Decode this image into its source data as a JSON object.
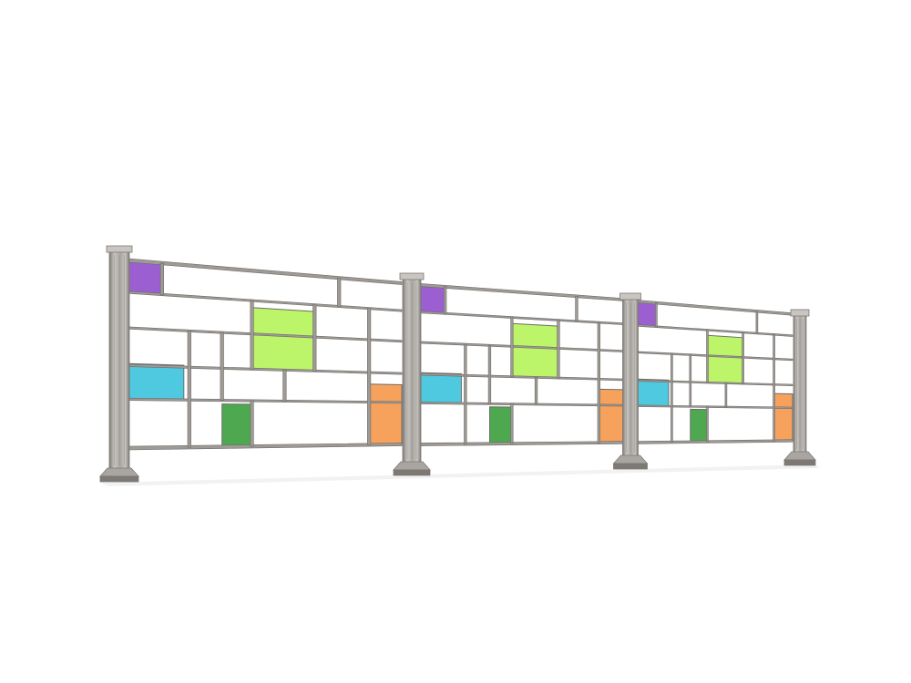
{
  "scene": {
    "subject": "fence",
    "background_color": "#ffffff",
    "post_count": 4,
    "panel_count": 3,
    "colors": {
      "frame": "#9e9a96",
      "frame_dark": "#6f6b68",
      "post_light": "#c9c5c1",
      "post_mid": "#a9a5a1",
      "post_dark": "#7d7975",
      "shadow": "#ececec",
      "purple": "#9c5fd1",
      "lime": "#bdf56a",
      "cyan": "#4ec9e0",
      "green": "#4ea84f",
      "orange": "#f7a25c"
    },
    "panel_items": [
      "purple-pane",
      "lime-pane",
      "cyan-pane",
      "green-pane",
      "orange-pane"
    ]
  }
}
